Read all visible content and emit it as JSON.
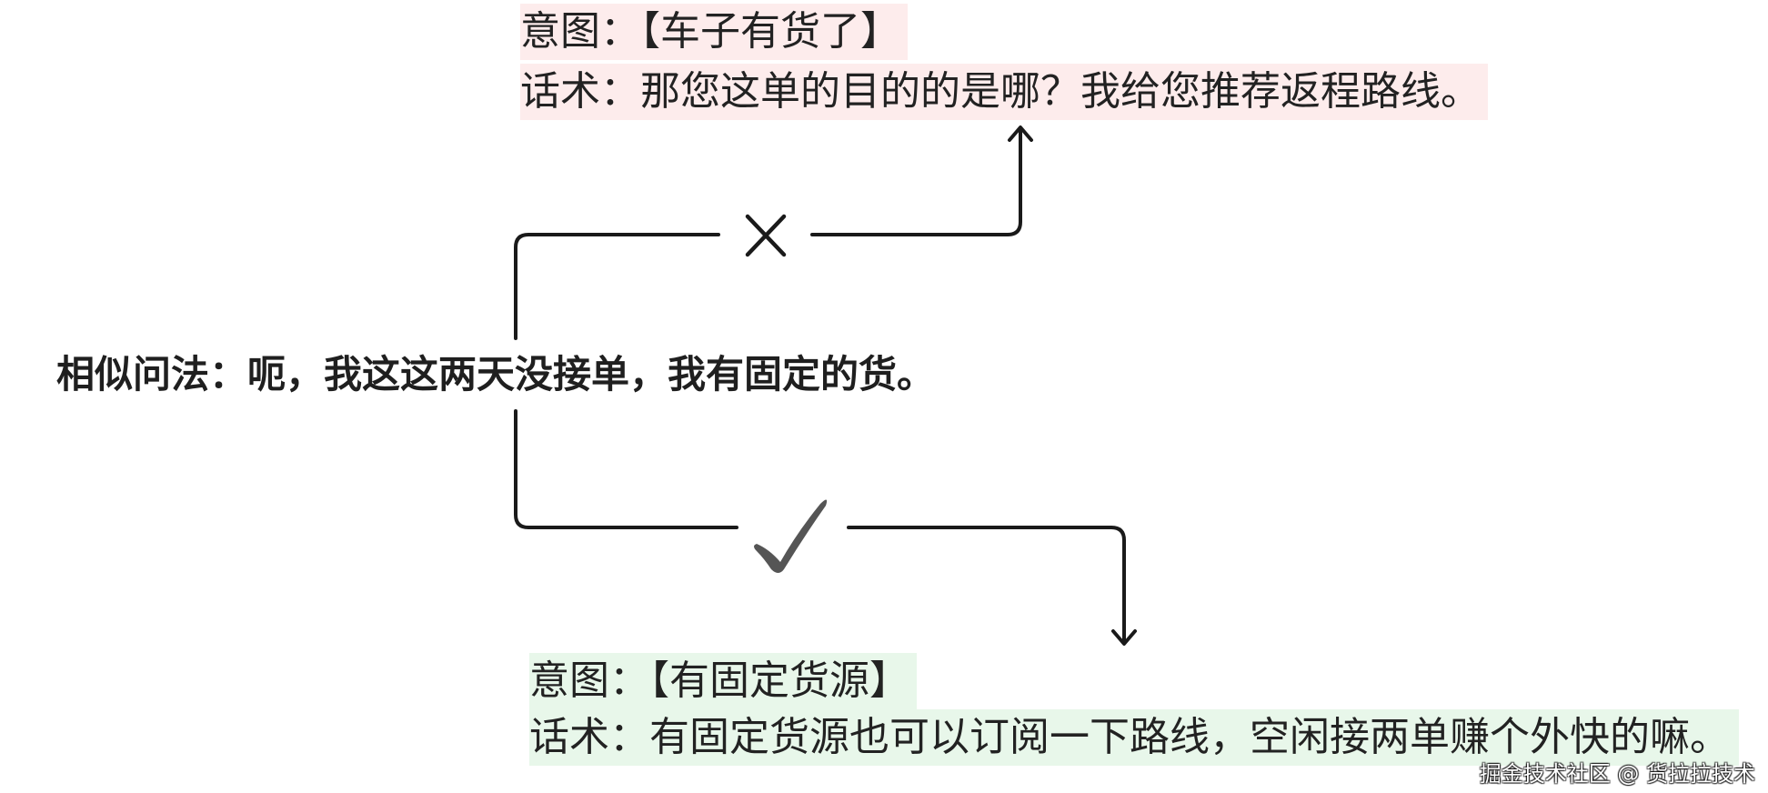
{
  "diagram": {
    "top_box": {
      "intent": "意图：【车子有货了】",
      "script": "话术：那您这单的目的的是哪？我给您推荐返程路线。",
      "highlight_color": "#fdecec",
      "status": "incorrect"
    },
    "center": {
      "similar_question": "相似问法：呃，我这这两天没接单，我有固定的货。"
    },
    "bottom_box": {
      "intent": "意图：【有固定货源】",
      "script": "话术：有固定货源也可以订阅一下路线，空闲接两单赚个外快的嘛。",
      "highlight_color": "#e8f7ea",
      "status": "correct"
    },
    "icons": {
      "top_path": "cross-icon",
      "bottom_path": "check-icon"
    }
  },
  "watermark": "掘金技术社区 @ 货拉拉技术"
}
